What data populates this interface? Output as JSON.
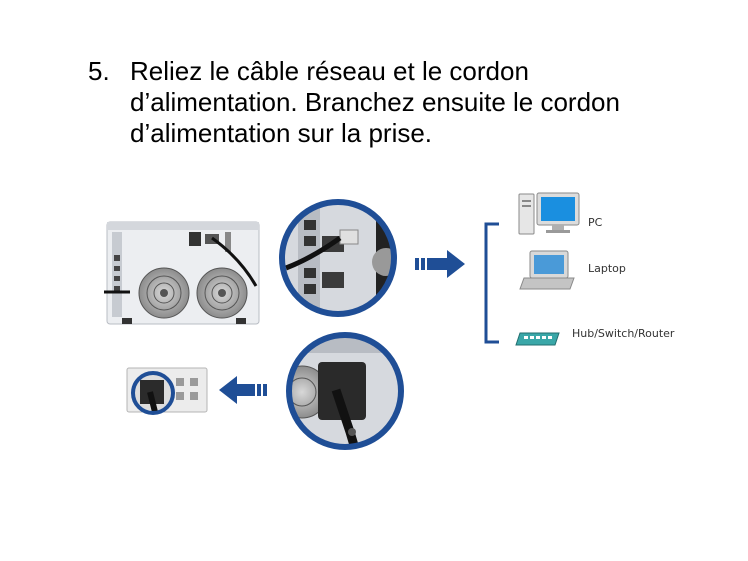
{
  "instruction": {
    "number": "5.",
    "lines": [
      "Reliez le câble réseau et le cordon",
      "d’alimentation. Branchez ensuite le cordon",
      "d’alimentation sur la prise."
    ]
  },
  "devices": {
    "pc": "PC",
    "laptop": "Laptop",
    "switch": "Hub/Switch/Router"
  },
  "colors": {
    "accent_blue": "#1f4e96",
    "nas_body": "#e9ebee",
    "switch_teal": "#3aa7a8"
  },
  "icons": {
    "nas": "nas-rear-icon",
    "network_zoom": "network-port-zoom-icon",
    "power_zoom": "power-connector-zoom-icon",
    "outlet": "wall-outlet-icon",
    "arrow_right": "arrow-right-icon",
    "arrow_left": "arrow-left-icon",
    "pc": "desktop-pc-icon",
    "laptop": "laptop-icon",
    "switch": "network-switch-icon"
  }
}
